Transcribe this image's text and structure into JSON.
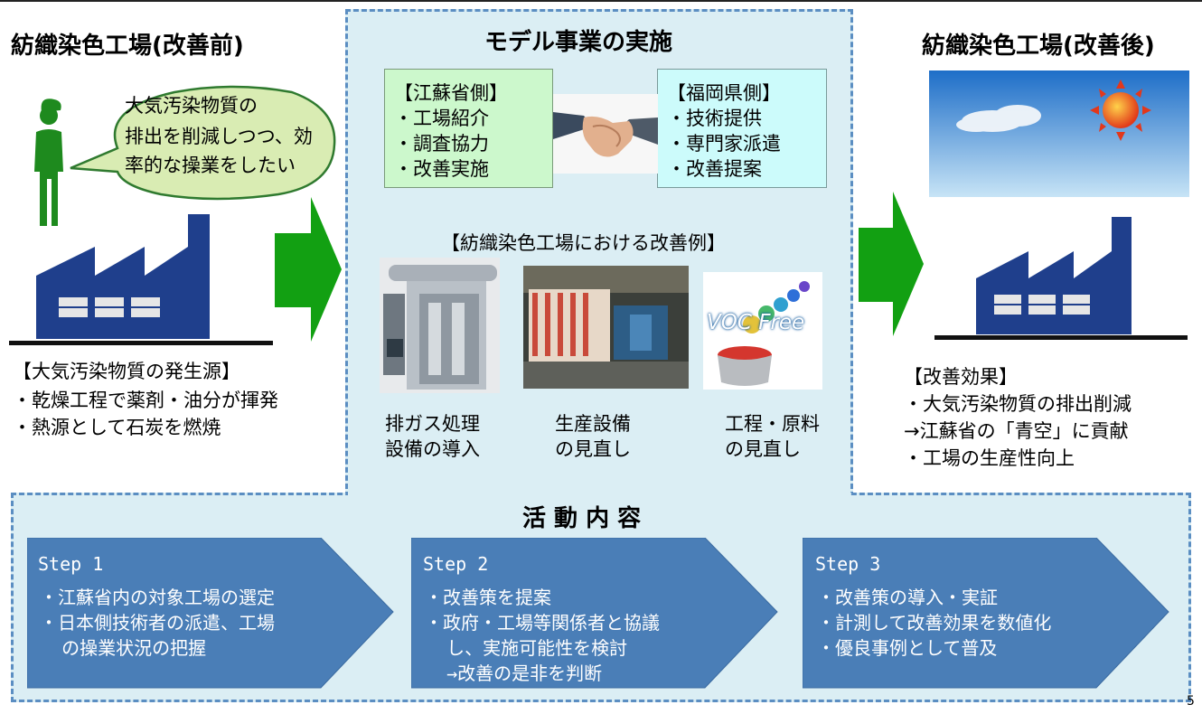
{
  "left": {
    "title": "紡織染色工場(改善前)",
    "speech": [
      "大気汚染物質の",
      "排出を削減しつつ、効",
      "率的な操業をしたい"
    ],
    "source_title": "【大気汚染物質の発生源】",
    "source_items": [
      "・乾燥工程で薬剤・油分が揮発",
      "・熱源として石炭を燃焼"
    ]
  },
  "center": {
    "title": "モデル事業の実施",
    "jiangsu": {
      "title": "【江蘇省側】",
      "items": [
        "・工場紹介",
        "・調査協力",
        "・改善実施"
      ]
    },
    "fukuoka": {
      "title": "【福岡県側】",
      "items": [
        "・技術提供",
        "・専門家派遣",
        "・改善提案"
      ]
    },
    "examples_title": "【紡織染色工場における改善例】",
    "examples": [
      {
        "lines": [
          "排ガス処理",
          "設備の導入"
        ]
      },
      {
        "lines": [
          "生産設備",
          "の見直し"
        ]
      },
      {
        "lines": [
          "工程・原料",
          "の見直し"
        ]
      }
    ],
    "voc_label": "VOC Free"
  },
  "right": {
    "title": "紡織染色工場(改善後)",
    "effects_title": "【改善効果】",
    "effects": [
      "・大気汚染物質の排出削減",
      " →江蘇省の「青空」に貢献",
      "・工場の生産性向上"
    ]
  },
  "activities": {
    "title": "活 動 内 容",
    "steps": [
      {
        "title": "Step 1",
        "lines": [
          "・江蘇省内の対象工場の選定",
          "・日本側技術者の派遣、工場",
          "  の操業状況の把握"
        ]
      },
      {
        "title": "Step 2",
        "lines": [
          "・改善策を提案",
          "・政府・工場等関係者と協議",
          "  し、実施可能性を検討",
          "  →改善の是非を判断"
        ]
      },
      {
        "title": "Step 3",
        "lines": [
          "・改善策の導入・実証",
          "・計測して改善効果を数値化",
          "・優良事例として普及"
        ]
      }
    ]
  },
  "page_number": "5",
  "colors": {
    "arrow_green": "#12a012",
    "factory_blue": "#1f3f8c",
    "step_blue": "#4a7eb7",
    "panel_bg": "#dbeef4",
    "dash": "#5b8ec2"
  }
}
